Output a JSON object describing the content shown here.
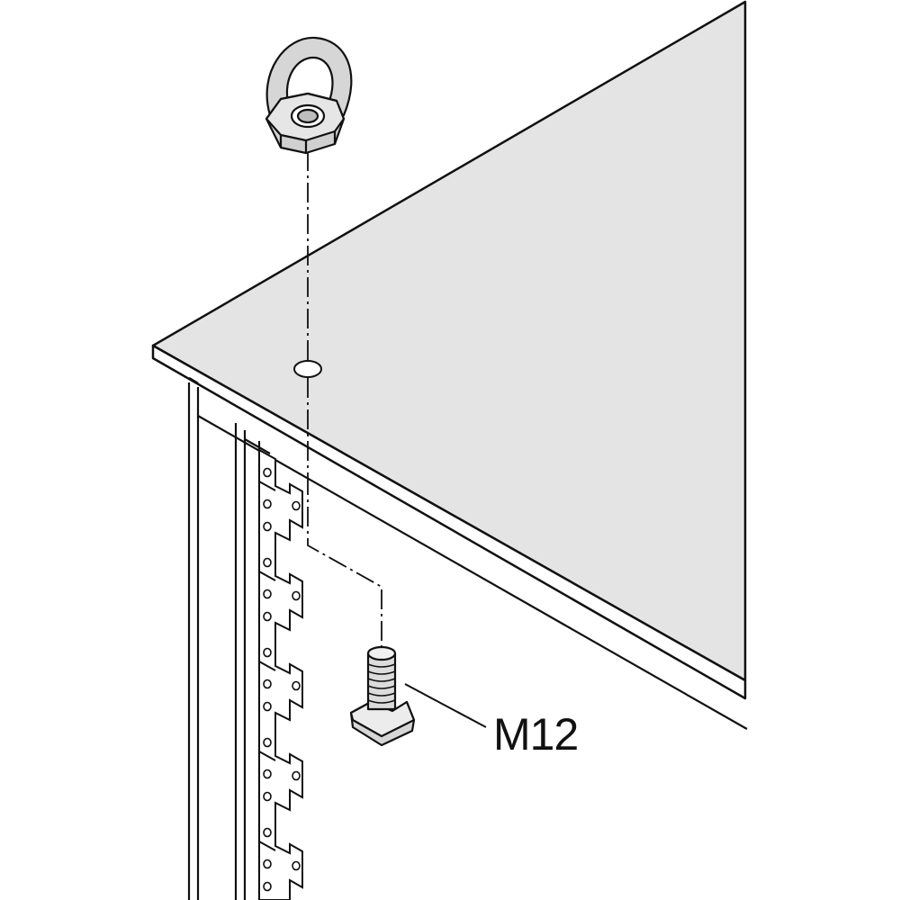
{
  "diagram": {
    "callout_label": "M12",
    "colors": {
      "line": "#111111",
      "panel_fill": "#e4e4e4",
      "part_fill": "#d6d6d6",
      "background": "#ffffff"
    },
    "parts": [
      "eye-nut-icon",
      "roof-panel",
      "mounting-hole",
      "frame-post",
      "t-bolt-icon"
    ]
  }
}
